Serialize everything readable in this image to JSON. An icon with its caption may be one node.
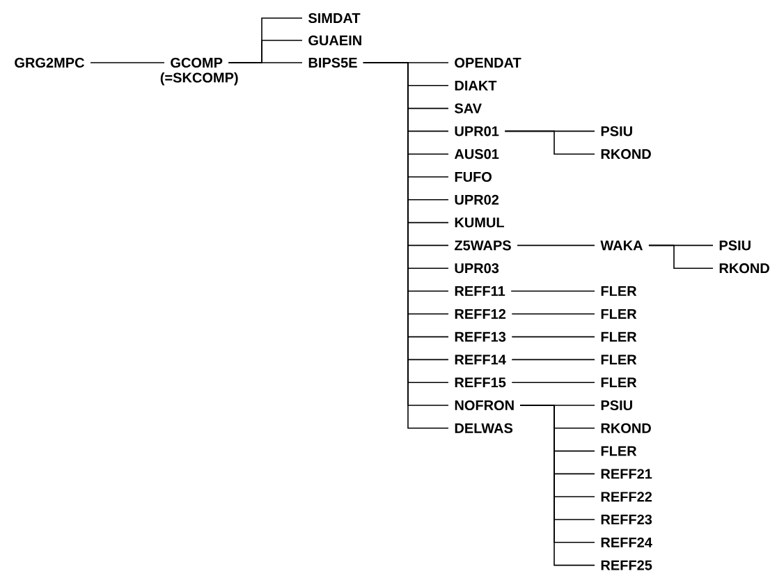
{
  "diagram": {
    "nodes": [
      {
        "text": [
          "GRG2MPC"
        ]
      },
      {
        "text": [
          "GCOMP"
        ],
        "beside": [
          "(=SKCOMP)"
        ]
      },
      {
        "text": [
          "SIMDAT"
        ]
      },
      {
        "text": [
          "GUAEIN"
        ]
      },
      {
        "text": [
          "BIPS5E"
        ]
      },
      {
        "text": [
          "OPENDAT"
        ]
      },
      {
        "text": [
          "DIAKT"
        ]
      },
      {
        "text": [
          "SAV"
        ]
      },
      {
        "text": [
          "UPR01"
        ]
      },
      {
        "text": [
          "PSIU"
        ]
      },
      {
        "text": [
          "RKOND"
        ]
      },
      {
        "text": [
          "AUS01"
        ]
      },
      {
        "text": [
          "FUFO"
        ]
      },
      {
        "text": [
          "UPR02"
        ]
      },
      {
        "text": [
          "KUMUL"
        ]
      },
      {
        "text": [
          "Z5WAPS"
        ]
      },
      {
        "text": [
          "WAKA"
        ]
      },
      {
        "text": [
          "PSIU"
        ]
      },
      {
        "text": [
          "RKOND"
        ]
      },
      {
        "text": [
          "UPR03"
        ]
      },
      {
        "text": [
          "REFF11"
        ]
      },
      {
        "text": [
          "FLER"
        ]
      },
      {
        "text": [
          "REFF12"
        ]
      },
      {
        "text": [
          "FLER"
        ]
      },
      {
        "text": [
          "REFF13"
        ]
      },
      {
        "text": [
          "FLER"
        ]
      },
      {
        "text": [
          "REFF14"
        ]
      },
      {
        "text": [
          "FLER"
        ]
      },
      {
        "text": [
          "REFF15"
        ]
      },
      {
        "text": [
          "FLER"
        ]
      },
      {
        "text": [
          "NOFRON"
        ]
      },
      {
        "text": [
          "PSIU"
        ]
      },
      {
        "text": [
          "RKOND"
        ]
      },
      {
        "text": [
          "FLER"
        ]
      },
      {
        "text": [
          "REFF21"
        ]
      },
      {
        "text": [
          "REFF22"
        ]
      },
      {
        "text": [
          "REFF23"
        ]
      },
      {
        "text": [
          "REFF24"
        ]
      },
      {
        "text": [
          "REFF25"
        ]
      },
      {
        "text": [
          "DELWAS"
        ]
      }
    ],
    "edges": [
      {
        "from": 0,
        "to": 1,
        "arrow": "none"
      },
      {
        "from": 1,
        "to": 2,
        "arrow": "none"
      },
      {
        "from": 1,
        "to": 3,
        "arrow": "none"
      },
      {
        "from": 1,
        "to": 4,
        "arrow": "none"
      },
      {
        "from": 4,
        "to": 5,
        "arrow": "none"
      },
      {
        "from": 4,
        "to": 6,
        "arrow": "none"
      },
      {
        "from": 4,
        "to": 7,
        "arrow": "none"
      },
      {
        "from": 4,
        "to": 8,
        "arrow": "none"
      },
      {
        "from": 8,
        "to": 9,
        "arrow": "none"
      },
      {
        "from": 8,
        "to": 10,
        "arrow": "none"
      },
      {
        "from": 4,
        "to": 11,
        "arrow": "none"
      },
      {
        "from": 4,
        "to": 12,
        "arrow": "none"
      },
      {
        "from": 4,
        "to": 13,
        "arrow": "none"
      },
      {
        "from": 4,
        "to": 14,
        "arrow": "none"
      },
      {
        "from": 4,
        "to": 15,
        "arrow": "none"
      },
      {
        "from": 15,
        "to": 16,
        "arrow": "none"
      },
      {
        "from": 16,
        "to": 17,
        "arrow": "none"
      },
      {
        "from": 16,
        "to": 18,
        "arrow": "none"
      },
      {
        "from": 4,
        "to": 19,
        "arrow": "none"
      },
      {
        "from": 4,
        "to": 20,
        "arrow": "none"
      },
      {
        "from": 20,
        "to": 21,
        "arrow": "none"
      },
      {
        "from": 4,
        "to": 22,
        "arrow": "none"
      },
      {
        "from": 22,
        "to": 23,
        "arrow": "none"
      },
      {
        "from": 4,
        "to": 24,
        "arrow": "none"
      },
      {
        "from": 24,
        "to": 25,
        "arrow": "none"
      },
      {
        "from": 4,
        "to": 26,
        "arrow": "none"
      },
      {
        "from": 26,
        "to": 27,
        "arrow": "none"
      },
      {
        "from": 4,
        "to": 28,
        "arrow": "none"
      },
      {
        "from": 28,
        "to": 29,
        "arrow": "none"
      },
      {
        "from": 4,
        "to": 30,
        "arrow": "none"
      },
      {
        "from": 30,
        "to": 31,
        "arrow": "none"
      },
      {
        "from": 30,
        "to": 32,
        "arrow": "none"
      },
      {
        "from": 30,
        "to": 33,
        "arrow": "none"
      },
      {
        "from": 30,
        "to": 34,
        "arrow": "none"
      },
      {
        "from": 30,
        "to": 35,
        "arrow": "none"
      },
      {
        "from": 30,
        "to": 36,
        "arrow": "none"
      },
      {
        "from": 30,
        "to": 37,
        "arrow": "none"
      },
      {
        "from": 30,
        "to": 38,
        "arrow": "none"
      },
      {
        "from": 4,
        "to": 39,
        "arrow": "none"
      }
    ]
  }
}
